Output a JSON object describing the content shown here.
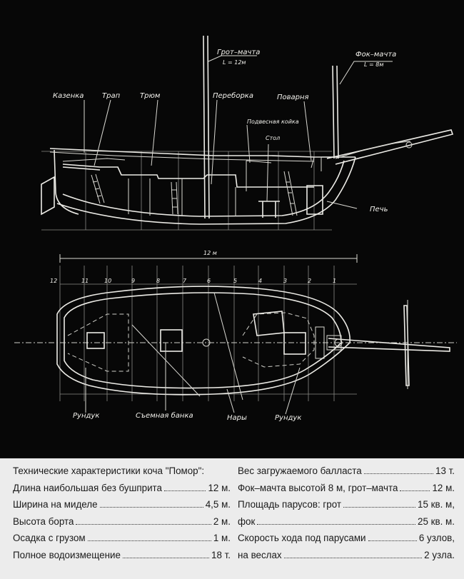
{
  "drawing": {
    "side_view_labels": {
      "main_mast": "Грот–мачта",
      "main_mast_length": "L = 12м",
      "fore_mast": "Фок–мачта",
      "fore_mast_length": "L = 8м",
      "kazenka": "Казенка",
      "trap": "Трап",
      "tryum": "Трюм",
      "pereborka": "Переборка",
      "povarnya": "Поварня",
      "podvesnaya_koika": "Подвесная койка",
      "stol": "Стол",
      "pech": "Печь"
    },
    "plan_view_labels": {
      "length": "12 м",
      "frame_numbers": [
        "12",
        "11",
        "10",
        "9",
        "8",
        "7",
        "6",
        "5",
        "4",
        "3",
        "2",
        "1"
      ],
      "runduk_left": "Рундук",
      "semnaya_banka": "Съемная банка",
      "nary": "Нары",
      "runduk_right": "Рундук"
    }
  },
  "specs": {
    "left": [
      {
        "text": "Технические характеристики коча \"Помор\":",
        "value": ""
      },
      {
        "text": "Длина наибольшая без бушприта",
        "value": "12 м."
      },
      {
        "text": "Ширина на миделе",
        "value": "4,5 м."
      },
      {
        "text": "Высота борта",
        "value": "2 м."
      },
      {
        "text": "Осадка с грузом",
        "value": "1 м."
      },
      {
        "text": "Полное водоизмещение",
        "value": "18 т."
      }
    ],
    "right": [
      {
        "text": "Вес загружаемого балласта",
        "value": "13 т."
      },
      {
        "text": "Фок–мачта высотой 8 м, грот–мачта",
        "value": "12 м."
      },
      {
        "text": "Площадь парусов: грот",
        "value": "15 кв. м,"
      },
      {
        "text": "фок",
        "value": "25 кв. м."
      },
      {
        "text": "Скорость хода под парусами",
        "value": "6 узлов,"
      },
      {
        "text": "на веслах",
        "value": "2 узла."
      }
    ]
  }
}
